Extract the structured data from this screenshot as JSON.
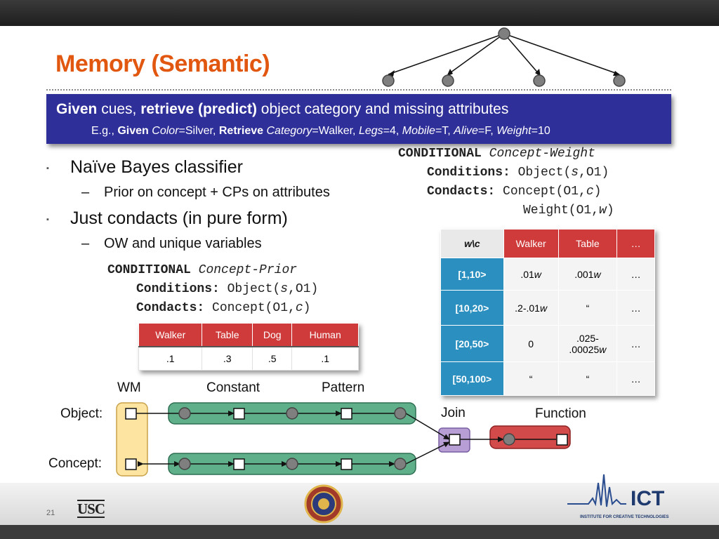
{
  "title": "Memory (Semantic)",
  "banner": {
    "line1": [
      {
        "text": "Given",
        "b": true
      },
      {
        "text": " cues, "
      },
      {
        "text": "retrieve (predict)",
        "b": true
      },
      {
        "text": " object category and missing attributes"
      }
    ],
    "line2": [
      {
        "text": "E.g., "
      },
      {
        "text": "Given",
        "b": true
      },
      {
        "text": " "
      },
      {
        "text": "Color",
        "i": true
      },
      {
        "text": "=Silver, "
      },
      {
        "text": "Retrieve",
        "b": true
      },
      {
        "text": " "
      },
      {
        "text": "Category",
        "i": true
      },
      {
        "text": "=Walker, "
      },
      {
        "text": "Legs",
        "i": true
      },
      {
        "text": "=4, "
      },
      {
        "text": "Mobile",
        "i": true
      },
      {
        "text": "=T, "
      },
      {
        "text": "Alive",
        "i": true
      },
      {
        "text": "=F, "
      },
      {
        "text": "Weight",
        "i": true
      },
      {
        "text": "=10"
      }
    ]
  },
  "bullets": {
    "b1": "Naïve Bayes classifier",
    "b1_sub": "Prior on concept + CPs on attributes",
    "b2": "Just condacts (in pure form)",
    "b2_sub": "OW and unique variables"
  },
  "code_weight": [
    [
      {
        "text": "CONDITIONAL",
        "b": true
      },
      {
        "text": " "
      },
      {
        "text": "Concept-Weight",
        "i": true
      }
    ],
    [
      {
        "text": "Conditions:",
        "b": true
      },
      {
        "text": " Object("
      },
      {
        "text": "s",
        "i": true
      },
      {
        "text": ",O1)"
      }
    ],
    [
      {
        "text": "Condacts:",
        "b": true
      },
      {
        "text": " Concept(O1,"
      },
      {
        "text": "c",
        "i": true
      },
      {
        "text": ")"
      }
    ],
    [
      {
        "text": "Weight(O1,"
      },
      {
        "text": "w",
        "i": true
      },
      {
        "text": ")"
      }
    ]
  ],
  "code_prior": [
    [
      {
        "text": "CONDITIONAL",
        "b": true
      },
      {
        "text": " "
      },
      {
        "text": "Concept-Prior",
        "i": true
      }
    ],
    [
      {
        "text": "Conditions:",
        "b": true
      },
      {
        "text": " Object("
      },
      {
        "text": "s",
        "i": true
      },
      {
        "text": ",O1)"
      }
    ],
    [
      {
        "text": "Condacts:",
        "b": true
      },
      {
        "text": " Concept(O1,"
      },
      {
        "text": "c",
        "i": true
      },
      {
        "text": ")"
      }
    ]
  ],
  "prior_table": {
    "headers": [
      "Walker",
      "Table",
      "Dog",
      "Human"
    ],
    "row": [
      ".1",
      ".3",
      ".5",
      ".1"
    ]
  },
  "weight_table": {
    "corner": "w\\c",
    "headers": [
      "Walker",
      "Table",
      "…"
    ],
    "rows": [
      {
        "label": "[1,10>",
        "cells": [
          [
            {
              "text": ".01"
            },
            {
              "text": "w",
              "i": true
            }
          ],
          [
            {
              "text": ".001"
            },
            {
              "text": "w",
              "i": true
            }
          ],
          [
            {
              "text": "…"
            }
          ]
        ]
      },
      {
        "label": "[10,20>",
        "cells": [
          [
            {
              "text": ".2-.01"
            },
            {
              "text": "w",
              "i": true
            }
          ],
          [
            {
              "text": "“"
            }
          ],
          [
            {
              "text": "…"
            }
          ]
        ]
      },
      {
        "label": "[20,50>",
        "cells": [
          [
            {
              "text": "0"
            }
          ],
          [
            {
              "text": ".025-"
            },
            {
              "br": true
            },
            {
              "text": ".00025"
            },
            {
              "text": "w",
              "i": true
            }
          ],
          [
            {
              "text": "…"
            }
          ]
        ]
      },
      {
        "label": "[50,100>",
        "cells": [
          [
            {
              "text": "“"
            }
          ],
          [
            {
              "text": "“"
            }
          ],
          [
            {
              "text": "…"
            }
          ]
        ]
      }
    ]
  },
  "graph_labels": {
    "wm": "WM",
    "constant": "Constant",
    "pattern": "Pattern",
    "object": "Object:",
    "concept": "Concept:",
    "join": "Join",
    "function": "Function"
  },
  "colors": {
    "title": "#e2570f",
    "banner": "#2f2f9a",
    "table_header": "#cf3a3a",
    "row_header": "#2b8fbf",
    "wm_fill": "#fde4a0",
    "pattern_fill": "#5fb08a",
    "join_fill": "#b79fd6",
    "function_fill": "#d34a4a",
    "node": "#7f7f7f"
  },
  "footer": {
    "page_number": "21",
    "usc_logo": "USC",
    "ict_logo": "ICT",
    "ict_caption": "INSTITUTE FOR CREATIVE TECHNOLOGIES"
  }
}
